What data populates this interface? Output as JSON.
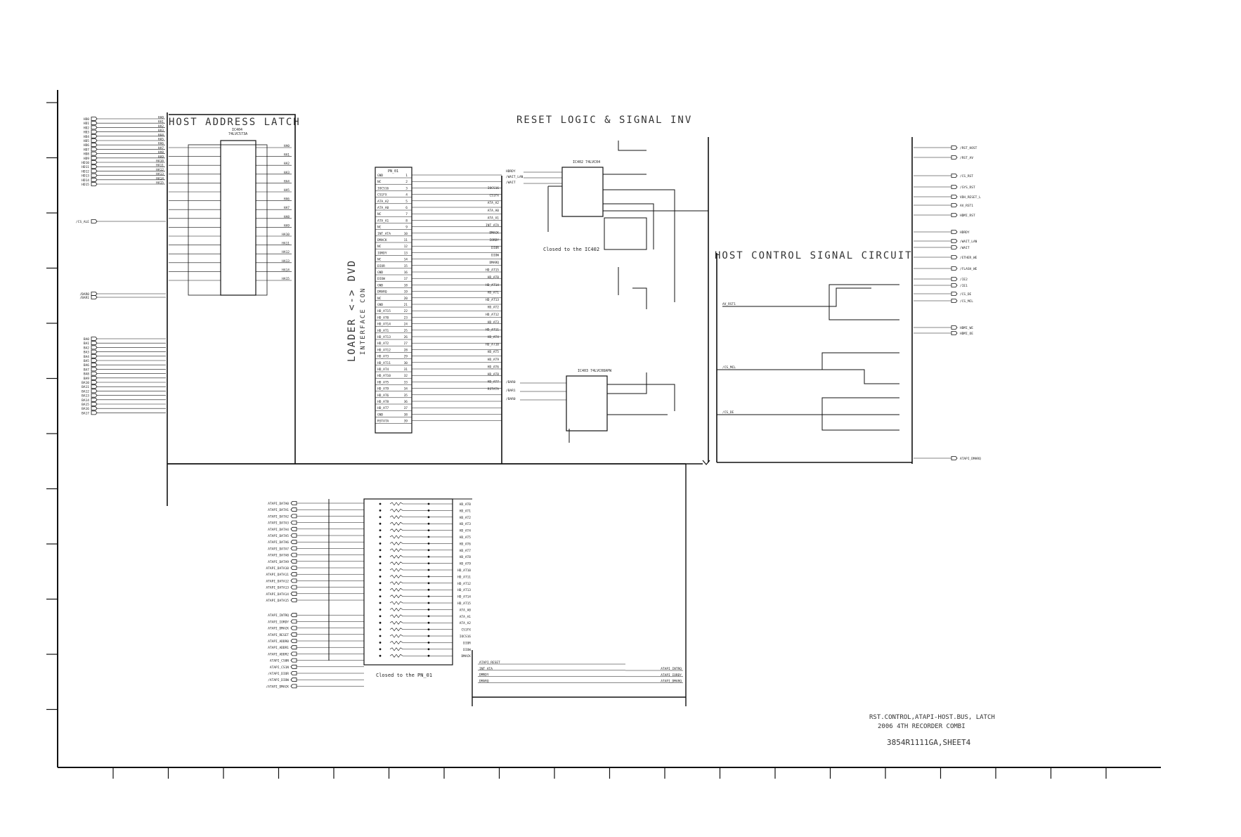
{
  "sections": {
    "host_address_latch": "HOST ADDRESS LATCH",
    "reset_logic": "RESET LOGIC & SIGNAL INV",
    "host_control": "HOST CONTROL SIGNAL CIRCUIT",
    "loader_dvd": "LOADER <-> DVD",
    "interface_con": "INTERFACE CON"
  },
  "notes": {
    "closed_ic402": "Closed to the IC402",
    "closed_pn01": "Closed to the PN_01"
  },
  "title_block": {
    "line1": "RST.CONTROL,ATAPI-HOST.BUS, LATCH",
    "line2": "2006 4TH RECORDER COMBI",
    "line3": "3854R1111GA,SHEET4"
  },
  "parts": {
    "latch_ic": "IC404\n74LVC573A",
    "reset_ic": "IC402\n74LVC04",
    "logic_ic": "IC403\n74LVC08APW",
    "connector": "PN_01"
  },
  "host_address_inputs": [
    "HD0",
    "HD1",
    "HD2",
    "HD3",
    "HD4",
    "HD5",
    "HD6",
    "HD7",
    "HD8",
    "HD9",
    "HD10",
    "HD11",
    "HD12",
    "HD13",
    "HD14",
    "HD15"
  ],
  "host_address_outputs": [
    "HA0",
    "HA1",
    "HA2",
    "HA3",
    "HA4",
    "HA5",
    "HA6",
    "HA7",
    "HA8",
    "HA9",
    "HA10",
    "HA11",
    "HA12",
    "HA13",
    "HA14",
    "HA15"
  ],
  "host_address_left_pins": [
    "/CS_ALE",
    "/BAR0",
    "/BAR1"
  ],
  "host_address_bus": [
    "BA0",
    "BA1",
    "BA2",
    "BA3",
    "BA4",
    "BA5",
    "BA6",
    "BA7",
    "BA8",
    "BA9",
    "BA10",
    "BA11",
    "BA12",
    "BA13",
    "BA14",
    "BA15",
    "BA16",
    "BA17"
  ],
  "connector_pins": [
    "GND",
    "NC",
    "IOCS16",
    "CS1FX",
    "ATA_A2",
    "ATA_A0",
    "NC",
    "ATA_A1",
    "NC",
    "INT_ATA",
    "DMACK",
    "NC",
    "IORDY",
    "NC",
    "DIOR",
    "GND",
    "DIOW",
    "GND",
    "DMARQ",
    "NC",
    "GND",
    "HD_AT15",
    "HD_AT0",
    "HD_AT14",
    "HD_AT1",
    "HD_AT13",
    "HD_AT2",
    "HD_AT12",
    "HD_AT3",
    "HD_AT11",
    "HD_AT4",
    "HD_AT10",
    "HD_AT5",
    "HD_AT9",
    "HD_AT6",
    "HD_AT8",
    "HD_AT7",
    "GND",
    "RSTATA"
  ],
  "connector_right_nets": [
    "IOCS16",
    "CS1FX",
    "ATA_A2",
    "ATA_A0",
    "ATA_A1",
    "INT_ATA",
    "DMACK",
    "IORDY",
    "DIOR",
    "DIOW",
    "DMARQ",
    "HD_AT15",
    "HD_AT0",
    "HD_AT14",
    "HD_AT1",
    "HD_AT13",
    "HD_AT2",
    "HD_AT12",
    "HD_AT3",
    "HD_AT11",
    "HD_AT4",
    "HD_AT10",
    "HD_AT5",
    "HD_AT9",
    "HD_AT6",
    "HD_AT8",
    "HD_AT7",
    "RSTATA"
  ],
  "host_control_outputs": [
    "/RST_HOST",
    "/RST_AV",
    "/CS_RST",
    "/SYS_RST",
    "VDH_RESET_L",
    "AV_RST1",
    "HDMI_RST",
    "HDRDY",
    "/WAIT_LAN",
    "/WAIT",
    "/ETHER_WE",
    "/FLASH_WE",
    "/IE2",
    "/IE1",
    "/CS_DE",
    "/CS_MCL",
    "HDMI_WE",
    "HDMI_OE",
    "ATAPI_DMARQ"
  ],
  "host_control_inputs": [
    "AV_RST1",
    "/CS_MCL",
    "/CS_DE"
  ],
  "atapi_left": [
    "ATAPI_DATA0",
    "ATAPI_DATA1",
    "ATAPI_DATA2",
    "ATAPI_DATA3",
    "ATAPI_DATA4",
    "ATAPI_DATA5",
    "ATAPI_DATA6",
    "ATAPI_DATA7",
    "ATAPI_DATA8",
    "ATAPI_DATA9",
    "ATAPI_DATA10",
    "ATAPI_DATA11",
    "ATAPI_DATA12",
    "ATAPI_DATA13",
    "ATAPI_DATA14",
    "ATAPI_DATA15",
    "ATAPI_INTRQ",
    "ATAPI_IORDY",
    "ATAPI_DMACK",
    "ATAPI_RESET",
    "ATAPI_ADDR0",
    "ATAPI_ADDR1",
    "ATAPI_ADDR2",
    "ATAPI_CS0N",
    "ATAPI_CS1N",
    "/ATAPI_DIOR",
    "/ATAPI_DIOW",
    "/ATAPI_DMACK"
  ],
  "atapi_right": [
    "HD_AT0",
    "HD_AT1",
    "HD_AT2",
    "HD_AT3",
    "HD_AT4",
    "HD_AT5",
    "HD_AT6",
    "HD_AT7",
    "HD_AT8",
    "HD_AT9",
    "HD_AT10",
    "HD_AT11",
    "HD_AT12",
    "HD_AT13",
    "HD_AT14",
    "HD_AT15",
    "ATA_A0",
    "ATA_A1",
    "ATA_A2",
    "CS1FX",
    "IOCS16",
    "DIOR",
    "DIOW",
    "DMACK"
  ],
  "bottom_nets_left": [
    "ATAPI_RESET",
    "INT_ATA",
    "DMRDY",
    "DMARQ"
  ],
  "bottom_nets_right": [
    "ATAPI_INTRQ",
    "ATAPI_IORDY",
    "ATAPI_DMARQ"
  ],
  "colors": {
    "ink": "#111111",
    "paper": "#ffffff"
  }
}
